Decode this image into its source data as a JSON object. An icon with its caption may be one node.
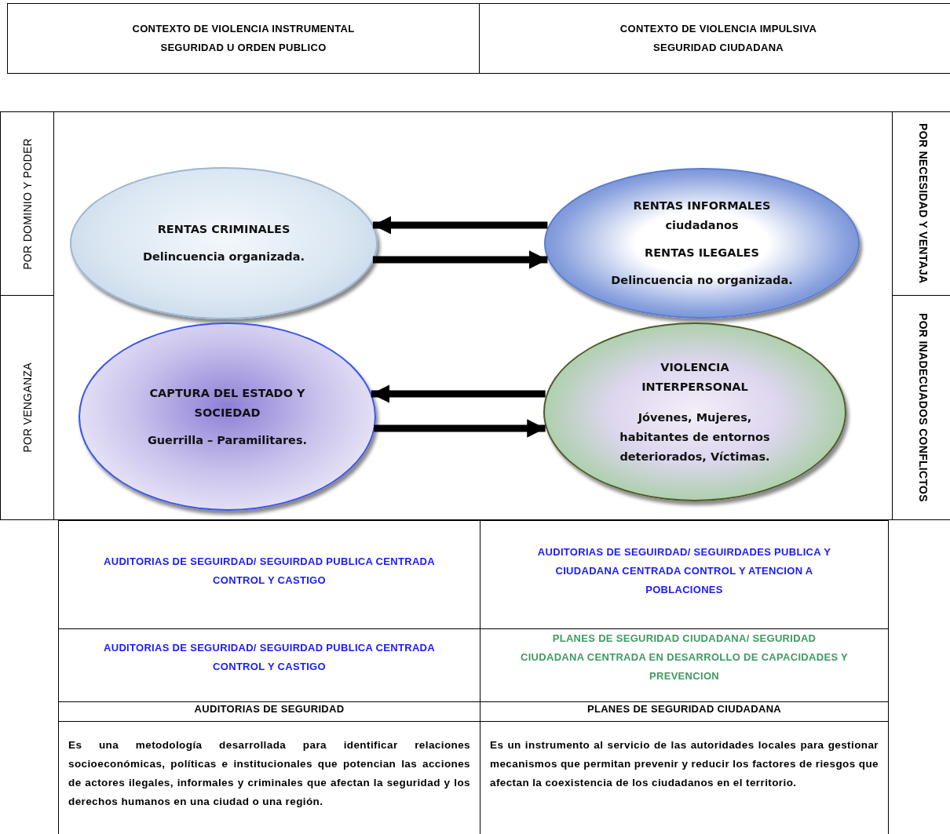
{
  "diagram": {
    "nodes": [
      {
        "text": [
          "CONTEXTO DE VIOLENCIA INSTRUMENTAL SEGURIDAD U ORDEN PUBLICO"
        ]
      },
      {
        "text": [
          "CONTEXTO DE VIOLENCIA IMPULSIVA SEGURIDAD CIUDADANA"
        ]
      },
      {
        "text": [
          "POR DOMINIO Y PODER"
        ]
      },
      {
        "text": [
          "POR VENGANZA"
        ]
      },
      {
        "text": [],
        "shape": "box"
      },
      {
        "text": [
          "RENTAS CRIMINALES",
          "Delincuencia organizada."
        ],
        "in": 4
      },
      {
        "text": [
          "RENTAS INFORMALES",
          "ciudadanos",
          "RENTAS ILEGALES",
          "Delincuencia no organizada."
        ],
        "in": 4
      },
      {
        "text": [
          "CAPTURA DEL ESTADO Y SOCIEDAD",
          "Guerrilla – Paramilitares."
        ],
        "in": 4
      },
      {
        "text": [
          "VIOLENCIA INTERPERSONAL",
          "Jóvenes, Mujeres, habitantes de entornos deteriorados, Víctimas."
        ],
        "in": 4
      },
      {
        "text": [
          "POR NECESIDAD Y VENTAJA"
        ]
      },
      {
        "text": [
          "POR INADECUADOS CONFLICTOS"
        ]
      },
      {
        "text": [
          "AUDITORIAS DE SEGUIRDAD/ SEGUIRDAD PUBLICA CENTRADA CONTROL Y CASTIGO"
        ]
      },
      {
        "text": [
          "AUDITORIAS DE SEGUIRDAD/ SEGUIRDADES PUBLICA Y CIUDADANA CENTRADA CONTROL Y ATENCION A POBLACIONES"
        ]
      },
      {
        "text": [
          "AUDITORIAS DE SEGURIDAD/ SEGUIRDAD PUBLICA CENTRADA CONTROL Y CASTIGO"
        ]
      },
      {
        "text": [
          "PLANES DE SEGURIDAD CIUDADANA/ SEGURIDAD CIUDADANA CENTRADA EN DESARROLLO DE CAPACIDADES Y PREVENCION"
        ]
      },
      {
        "text": [
          "AUDITORIAS DE SEGURIDAD"
        ]
      },
      {
        "text": [
          "PLANES DE SEGURIDAD CIUDADANA"
        ]
      },
      {
        "text": [
          "Es una metodología desarrollada para identificar relaciones socioeconómicas, políticas e institucionales que potencian las acciones de actores ilegales, informales y criminales que afectan la seguridad y los derechos humanos en una ciudad o una región."
        ]
      },
      {
        "text": [
          "Es un instrumento al servicio de las autoridades locales para gestionar mecanismos que permitan prevenir y reducir los factores de riesgos que afectan la coexistencia de los ciudadanos en el territorio."
        ]
      }
    ],
    "edges": [
      {
        "from": 6,
        "to": 5,
        "arrow": "to"
      },
      {
        "from": 5,
        "to": 6,
        "arrow": "to"
      },
      {
        "from": 8,
        "to": 7,
        "arrow": "to"
      },
      {
        "from": 7,
        "to": 8,
        "arrow": "to"
      }
    ]
  }
}
